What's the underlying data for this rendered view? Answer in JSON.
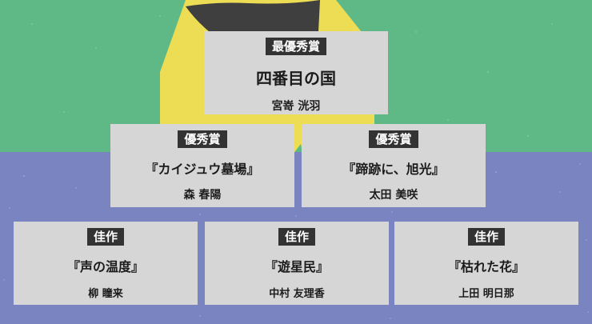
{
  "colors": {
    "top_background": "#5fb987",
    "bottom_background": "#7a84c1",
    "card_background": "#d6d6d6",
    "badge_background": "#333333",
    "jacket": "#ecdd55",
    "hair": "#3f3f3f"
  },
  "grand_prize": {
    "badge": "最優秀賞",
    "title": "四番目の国",
    "author": "宮嵜 洸羽"
  },
  "excellence": [
    {
      "badge": "優秀賞",
      "title": "『カイジュウ墓場』",
      "author": "森 春陽"
    },
    {
      "badge": "優秀賞",
      "title": "『蹄跡に、旭光』",
      "author": "太田 美咲"
    }
  ],
  "honorable": [
    {
      "badge": "佳作",
      "title": "『声の温度』",
      "author": "柳 瞳来"
    },
    {
      "badge": "佳作",
      "title": "『遊星民』",
      "author": "中村 友理香"
    },
    {
      "badge": "佳作",
      "title": "『枯れた花』",
      "author": "上田 明日那"
    }
  ]
}
